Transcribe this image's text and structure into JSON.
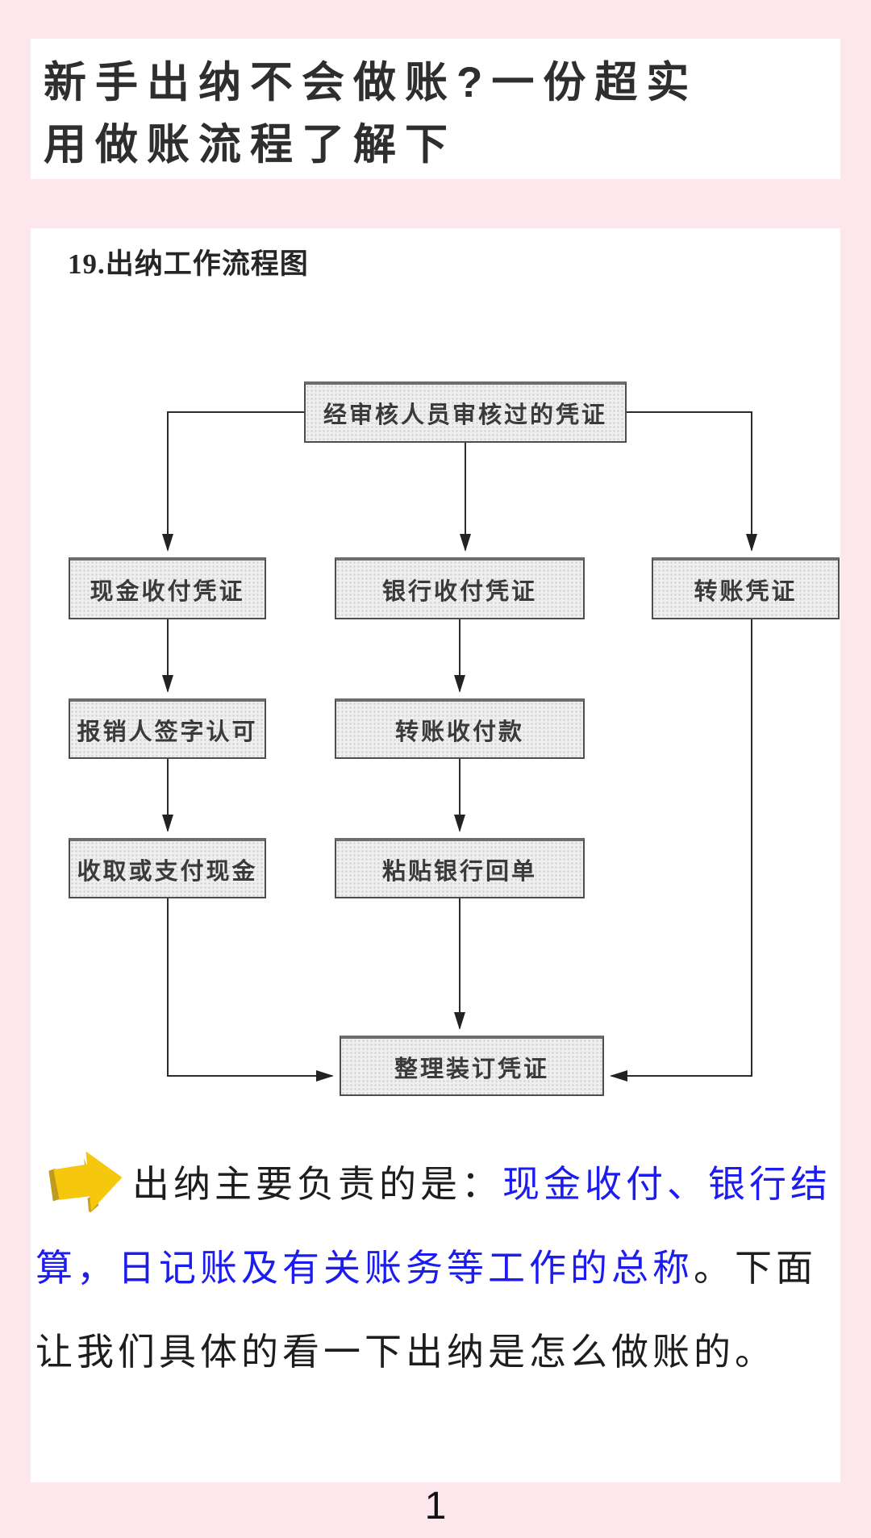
{
  "page": {
    "background_color": "#fce8ec",
    "page_number": "1"
  },
  "header": {
    "title_line1": "新手出纳不会做账?一份超实",
    "title_line2": "用做账流程了解下"
  },
  "flowchart": {
    "heading": "19.出纳工作流程图",
    "nodes": {
      "reviewed_voucher": "经审核人员审核过的凭证",
      "cash_voucher": "现金收付凭证",
      "bank_voucher": "银行收付凭证",
      "transfer_voucher": "转账凭证",
      "reimburser_sign": "报销人签字认可",
      "transfer_payment": "转账收付款",
      "receive_pay_cash": "收取或支付现金",
      "paste_bank_receipt": "粘贴银行回单",
      "organize_bind_voucher": "整理装订凭证"
    },
    "line_color": "#2b2b2b",
    "box_fill": "#efefef",
    "box_border": "#4d4d4d"
  },
  "note": {
    "black_prefix": "出纳主要负责的是：",
    "blue_text": "现金收付、银行结算，日记账及有关账务等工作的总称",
    "black_suffix": "。下面让我们具体的看一下出纳是怎么做账的。",
    "blue_color": "#1c1cf0",
    "arrow_color": "#f6c80d"
  }
}
